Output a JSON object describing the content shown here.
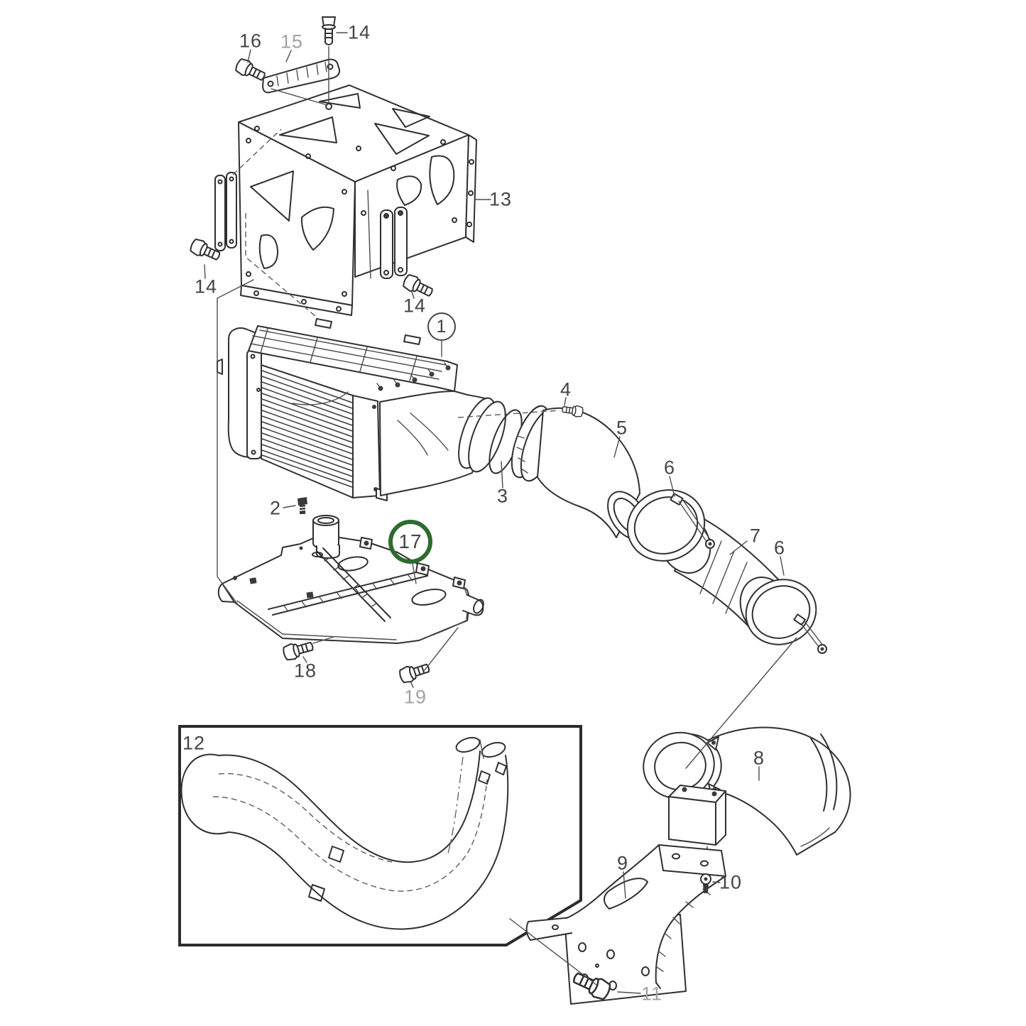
{
  "diagram": {
    "type": "exploded-parts-diagram",
    "background": "#ffffff",
    "line_color": "#303030",
    "label_color": "#444444",
    "muted_label_color": "#a2a2a2",
    "highlight": {
      "item": "17",
      "shape": "circle",
      "color": "#2e6b2f"
    }
  },
  "callouts": [
    {
      "id": "16",
      "label": "16",
      "style": "normal"
    },
    {
      "id": "15",
      "label": "15",
      "style": "muted"
    },
    {
      "id": "14-top",
      "label": "14",
      "style": "normal"
    },
    {
      "id": "13",
      "label": "13",
      "style": "normal"
    },
    {
      "id": "14-left",
      "label": "14",
      "style": "normal"
    },
    {
      "id": "14-right",
      "label": "14",
      "style": "normal"
    },
    {
      "id": "1",
      "label": "1",
      "style": "circled"
    },
    {
      "id": "4",
      "label": "4",
      "style": "normal"
    },
    {
      "id": "5",
      "label": "5",
      "style": "normal"
    },
    {
      "id": "2",
      "label": "2",
      "style": "normal"
    },
    {
      "id": "3",
      "label": "3",
      "style": "normal"
    },
    {
      "id": "6-upper",
      "label": "6",
      "style": "normal"
    },
    {
      "id": "7",
      "label": "7",
      "style": "normal"
    },
    {
      "id": "6-lower",
      "label": "6",
      "style": "normal"
    },
    {
      "id": "17",
      "label": "17",
      "style": "circled-green"
    },
    {
      "id": "18",
      "label": "18",
      "style": "normal"
    },
    {
      "id": "19",
      "label": "19",
      "style": "muted"
    },
    {
      "id": "12",
      "label": "12",
      "style": "normal"
    },
    {
      "id": "8",
      "label": "8",
      "style": "normal"
    },
    {
      "id": "9",
      "label": "9",
      "style": "normal"
    },
    {
      "id": "10",
      "label": "10",
      "style": "normal"
    },
    {
      "id": "11",
      "label": "11",
      "style": "muted"
    }
  ]
}
